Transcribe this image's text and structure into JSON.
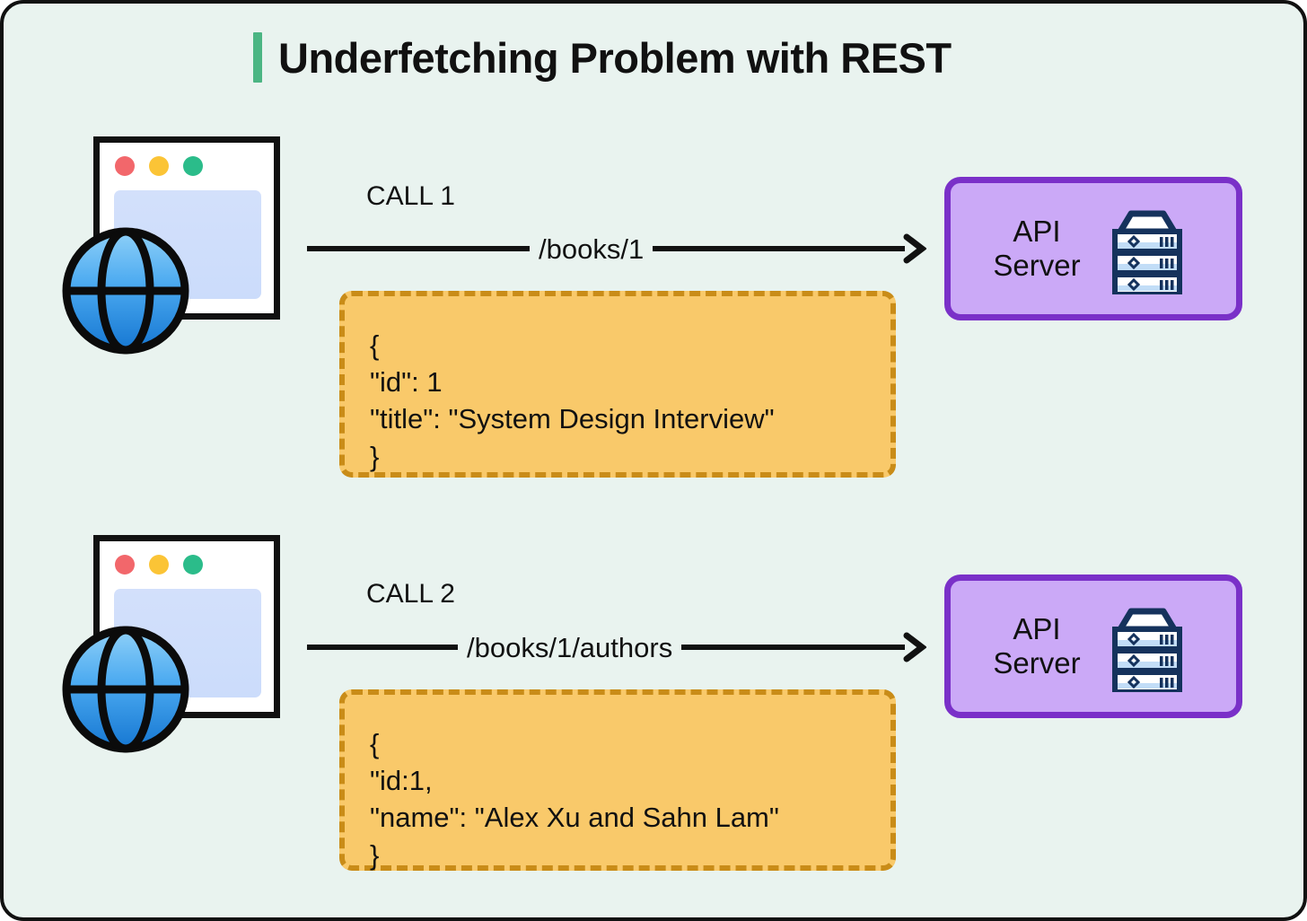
{
  "title": {
    "text": "Underfetching Problem with REST",
    "accent_color": "#4bb583"
  },
  "colors": {
    "background": "#e9f3ef",
    "frame_border": "#111111",
    "api_box_fill": "#cba9f7",
    "api_box_border": "#7a30c8",
    "json_box_fill": "#f9c96a",
    "json_box_border": "#c98c18",
    "arrow": "#111111",
    "dot_red": "#f2676b",
    "dot_yellow": "#fbc436",
    "dot_green": "#2bbc8a"
  },
  "rows": [
    {
      "client": {
        "icon": "browser-window-globe-icon",
        "dots": [
          "red",
          "yellow",
          "green"
        ]
      },
      "call_label": "CALL 1",
      "request_path": "/books/1",
      "response": {
        "lines": [
          "{",
          "\"id\": 1",
          "\"title\": \"System Design Interview\"",
          "}"
        ]
      },
      "server": {
        "label": "API\nServer",
        "icon": "server-rack-icon"
      }
    },
    {
      "client": {
        "icon": "browser-window-globe-icon",
        "dots": [
          "red",
          "yellow",
          "green"
        ]
      },
      "call_label": "CALL 2",
      "request_path": "/books/1/authors",
      "response": {
        "lines": [
          "{",
          "\"id:1,",
          "\"name\": \"Alex Xu and Sahn Lam\"",
          "}"
        ]
      },
      "server": {
        "label": "API\nServer",
        "icon": "server-rack-icon"
      }
    }
  ]
}
